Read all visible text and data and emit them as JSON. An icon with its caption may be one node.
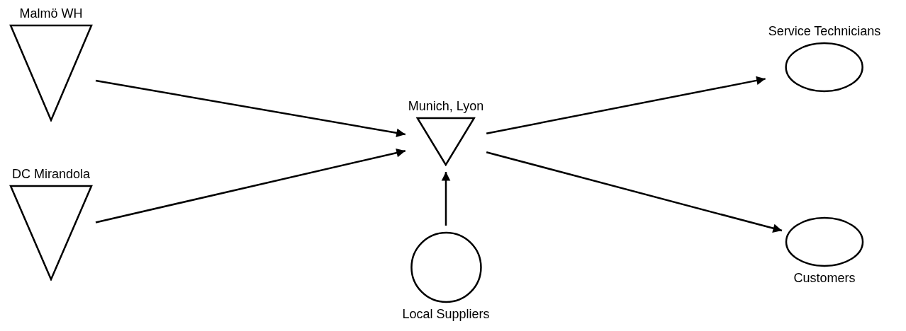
{
  "diagram": {
    "nodes": [
      {
        "text": [
          "Malmö WH"
        ]
      },
      {
        "text": [
          "DC Mirandola"
        ]
      },
      {
        "text": [
          "Munich, Lyon"
        ]
      },
      {
        "text": [
          "Local Suppliers"
        ]
      },
      {
        "text": [
          "Service Technicians"
        ]
      },
      {
        "text": [
          "Customers"
        ]
      }
    ],
    "edges": [
      {
        "from": 0,
        "to": 2,
        "arrow": "to"
      },
      {
        "from": 1,
        "to": 2,
        "arrow": "to"
      },
      {
        "from": 3,
        "to": 2,
        "arrow": "to"
      },
      {
        "from": 2,
        "to": 4,
        "arrow": "to"
      },
      {
        "from": 2,
        "to": 5,
        "arrow": "to"
      }
    ]
  }
}
